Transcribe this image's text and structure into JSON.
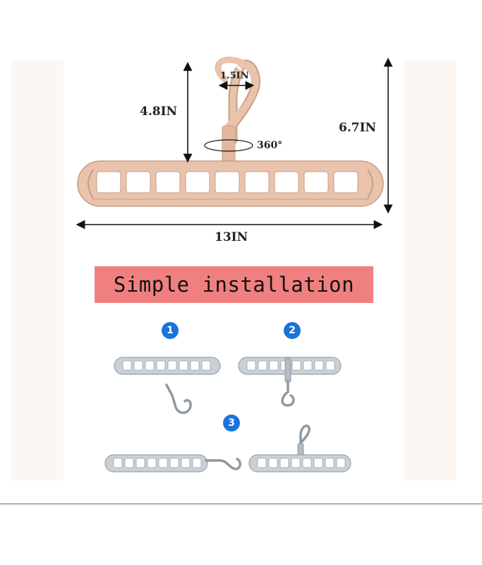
{
  "dimensions": {
    "hook_width": "1.5IN",
    "hook_height": "4.8IN",
    "rotation": "360°",
    "total_height": "6.7IN",
    "length": "13IN"
  },
  "banner": {
    "text": "Simple installation"
  },
  "steps": [
    "1",
    "2",
    "3"
  ],
  "colors": {
    "hanger_main": "#e9c3ab",
    "hanger_outline": "#c79e86",
    "step_hanger": "#aab4bc",
    "banner": "#f08080",
    "badge": "#1a73d9"
  }
}
